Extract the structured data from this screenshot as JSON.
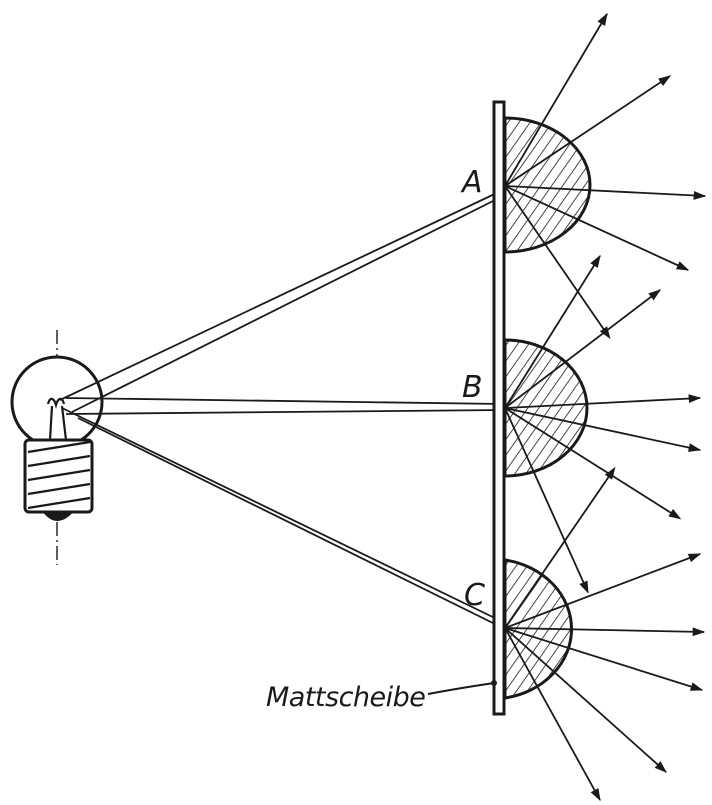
{
  "labels": {
    "point_a": "A",
    "point_b": "B",
    "point_c": "C",
    "screen": "Mattscheibe"
  },
  "colors": {
    "ink": "#1a1a1a",
    "paper": "#ffffff"
  }
}
